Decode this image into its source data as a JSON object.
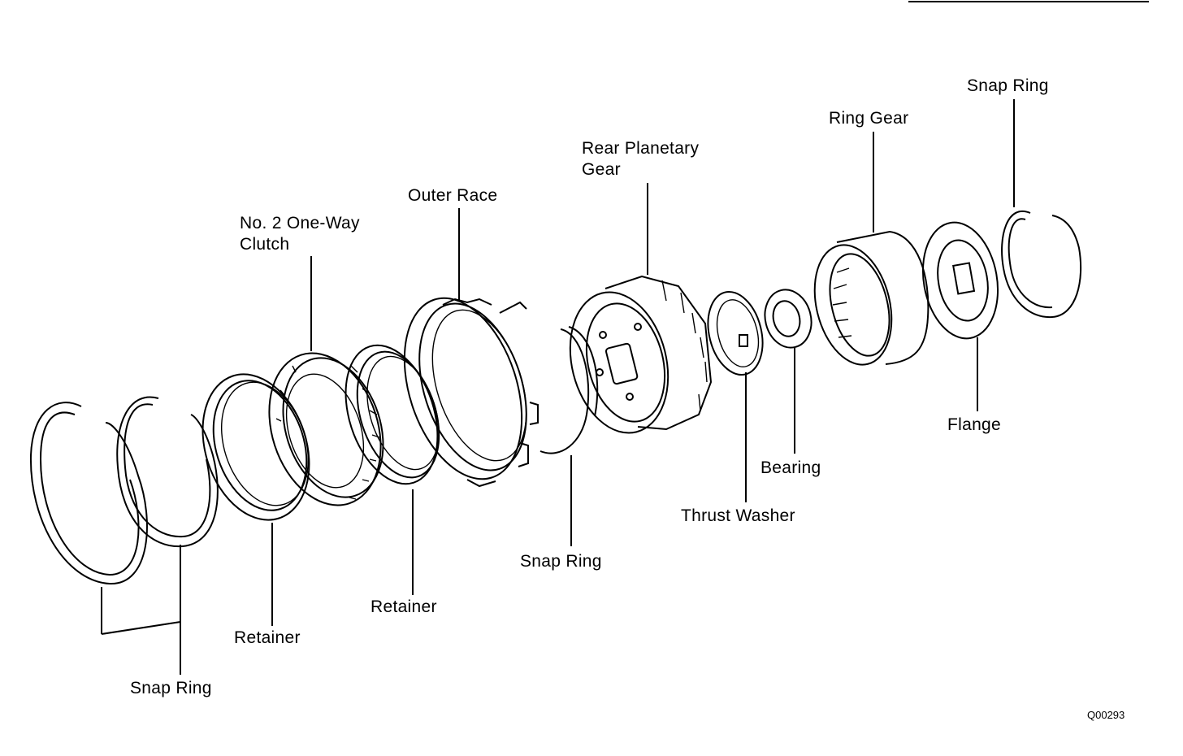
{
  "labels": {
    "snap_ring_left": "Snap Ring",
    "retainer_left": "Retainer",
    "one_way_clutch_line1": "No. 2 One-Way",
    "one_way_clutch_line2": "Clutch",
    "retainer_middle": "Retainer",
    "outer_race": "Outer Race",
    "snap_ring_middle": "Snap Ring",
    "rear_planetary_line1": "Rear Planetary",
    "rear_planetary_line2": "Gear",
    "thrust_washer": "Thrust Washer",
    "bearing": "Bearing",
    "ring_gear": "Ring Gear",
    "flange": "Flange",
    "snap_ring_right": "Snap Ring"
  },
  "figure_code": "Q00293"
}
